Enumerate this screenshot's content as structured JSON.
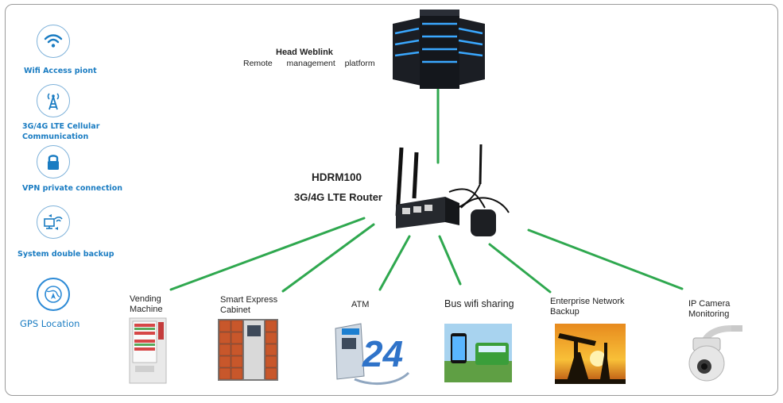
{
  "features": [
    {
      "label": "Wifi Access piont",
      "icon": "wifi-icon"
    },
    {
      "label_lines": [
        "3G/4G LTE Cellular",
        "Communication"
      ],
      "icon": "antenna-icon"
    },
    {
      "label": "VPN private connection",
      "icon": "lock-icon"
    },
    {
      "label": "System double backup",
      "icon": "backup-icon"
    },
    {
      "label": "GPS Location",
      "icon": "gps-icon"
    }
  ],
  "server": {
    "title": "Head Weblink",
    "subtitle": "Remote   management  platform"
  },
  "router": {
    "name": "HDRM100",
    "type": "3G/4G LTE Router"
  },
  "devices": [
    {
      "label_lines": [
        "Vending",
        "Machine"
      ]
    },
    {
      "label_lines": [
        "Smart Express",
        "Cabinet"
      ]
    },
    {
      "label_lines": [
        "ATM"
      ]
    },
    {
      "label_lines": [
        "Bus wifi sharing"
      ]
    },
    {
      "label_lines": [
        "Enterprise Network",
        "Backup"
      ]
    },
    {
      "label_lines": [
        "IP Camera",
        "Monitoring"
      ]
    }
  ],
  "colors": {
    "link_line": "#2fa84f",
    "feature_text": "#1a7cc2",
    "feature_icon": "#1a7cc2",
    "server_glow": "#3aa8ff"
  }
}
